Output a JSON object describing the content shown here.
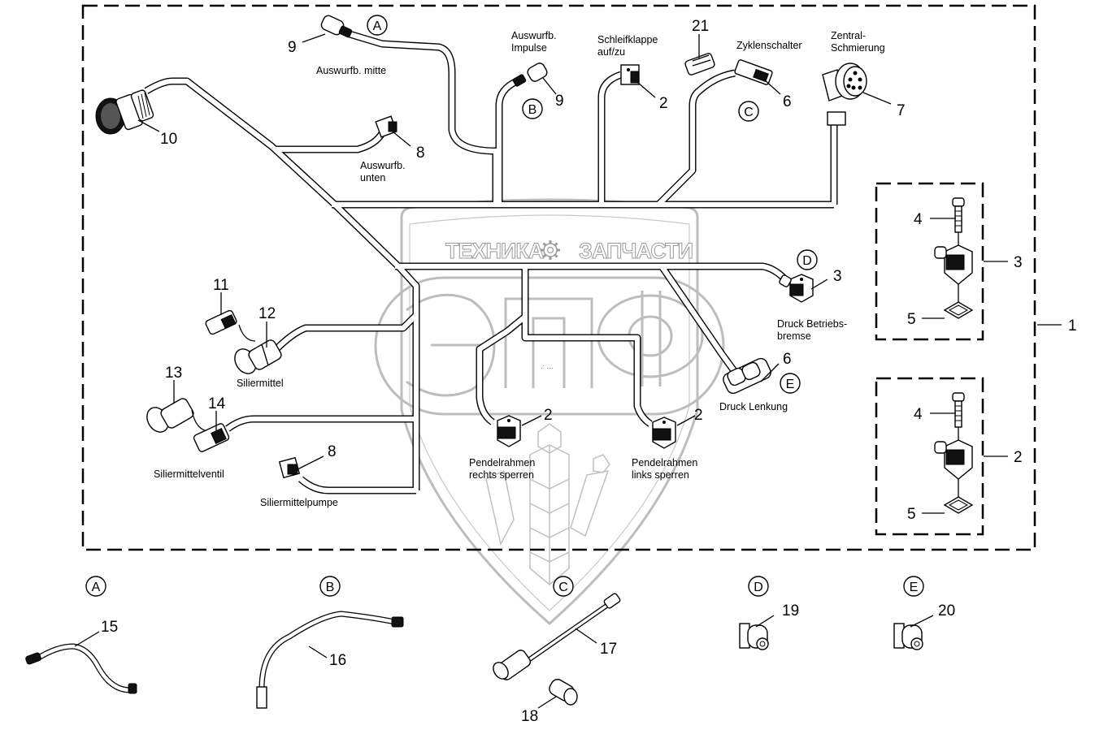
{
  "watermark": {
    "text_left": "ТЕХНИКА",
    "text_right": "ЗАПЧАСТИ",
    "monogram": "ЭПФ",
    "gear_icon": "gear-icon"
  },
  "main_assembly": {
    "callout": "1",
    "connectors": [
      {
        "number": "9",
        "label": "Auswurfb. mitte",
        "detail_ref": "A"
      },
      {
        "number": "9",
        "label": "Auswurfb. Impulse",
        "detail_ref": "B"
      },
      {
        "number": "2",
        "label": "Schleifklappe auf/zu"
      },
      {
        "number": "21",
        "label": ""
      },
      {
        "number": "6",
        "label": "Zyklenschalter",
        "detail_ref": "C"
      },
      {
        "number": "7",
        "label": "Zentral-Schmierung"
      },
      {
        "number": "10",
        "label": ""
      },
      {
        "number": "8",
        "label": "Auswurfb. unten"
      },
      {
        "number": "3",
        "label": "Druck Betriebsbremse",
        "detail_ref": "D"
      },
      {
        "number": "6",
        "label": "Druck Lenkung",
        "detail_ref": "E"
      },
      {
        "number": "11",
        "label": ""
      },
      {
        "number": "12",
        "label": "Siliermittel"
      },
      {
        "number": "13",
        "label": ""
      },
      {
        "number": "14",
        "label": "Siliermittelventil"
      },
      {
        "number": "8",
        "label": "Siliermittelpumpe"
      },
      {
        "number": "2",
        "label": "Pendelrahmen rechts sperren"
      },
      {
        "number": "2",
        "label": "Pendelrahmen links sperren"
      }
    ],
    "labels": {
      "auswurfb_mitte": "Auswurfb. mitte",
      "auswurfb_impulse_1": "Auswurfb.",
      "auswurfb_impulse_2": "Impulse",
      "schleifklappe_1": "Schleifklappe",
      "schleifklappe_2": "auf/zu",
      "zyklenschalter": "Zyklenschalter",
      "zentral_1": "Zentral-",
      "zentral_2": "Schmierung",
      "auswurfb_unten_1": "Auswurfb.",
      "auswurfb_unten_2": "unten",
      "druck_betrieb_1": "Druck Betriebs-",
      "druck_betrieb_2": "bremse",
      "druck_lenkung": "Druck Lenkung",
      "siliermittel": "Siliermittel",
      "siliermittelventil": "Siliermittelventil",
      "siliermittelpumpe": "Siliermittelpumpe",
      "pendel_r_1": "Pendelrahmen",
      "pendel_r_2": "rechts sperren",
      "pendel_l_1": "Pendelrahmen",
      "pendel_l_2": "links sperren"
    },
    "numbers": {
      "n9a": "9",
      "n9b": "9",
      "n2a": "2",
      "n21": "21",
      "n6a": "6",
      "n7": "7",
      "n10": "10",
      "n8a": "8",
      "n3a": "3",
      "n6b": "6",
      "n11": "11",
      "n12": "12",
      "n13": "13",
      "n14": "14",
      "n8b": "8",
      "n2b": "2",
      "n2c": "2",
      "n1": "1"
    },
    "detail_refs": {
      "A": "A",
      "B": "B",
      "C": "C",
      "D": "D",
      "E": "E"
    }
  },
  "solenoid_kits": [
    {
      "callout": "3",
      "bolt": "4",
      "seal": "5"
    },
    {
      "callout": "2",
      "bolt": "4",
      "seal": "5"
    }
  ],
  "details": [
    {
      "ref": "A",
      "parts": [
        "15"
      ]
    },
    {
      "ref": "B",
      "parts": [
        "16"
      ]
    },
    {
      "ref": "C",
      "parts": [
        "17",
        "18"
      ]
    },
    {
      "ref": "D",
      "parts": [
        "19"
      ]
    },
    {
      "ref": "E",
      "parts": [
        "20"
      ]
    }
  ]
}
